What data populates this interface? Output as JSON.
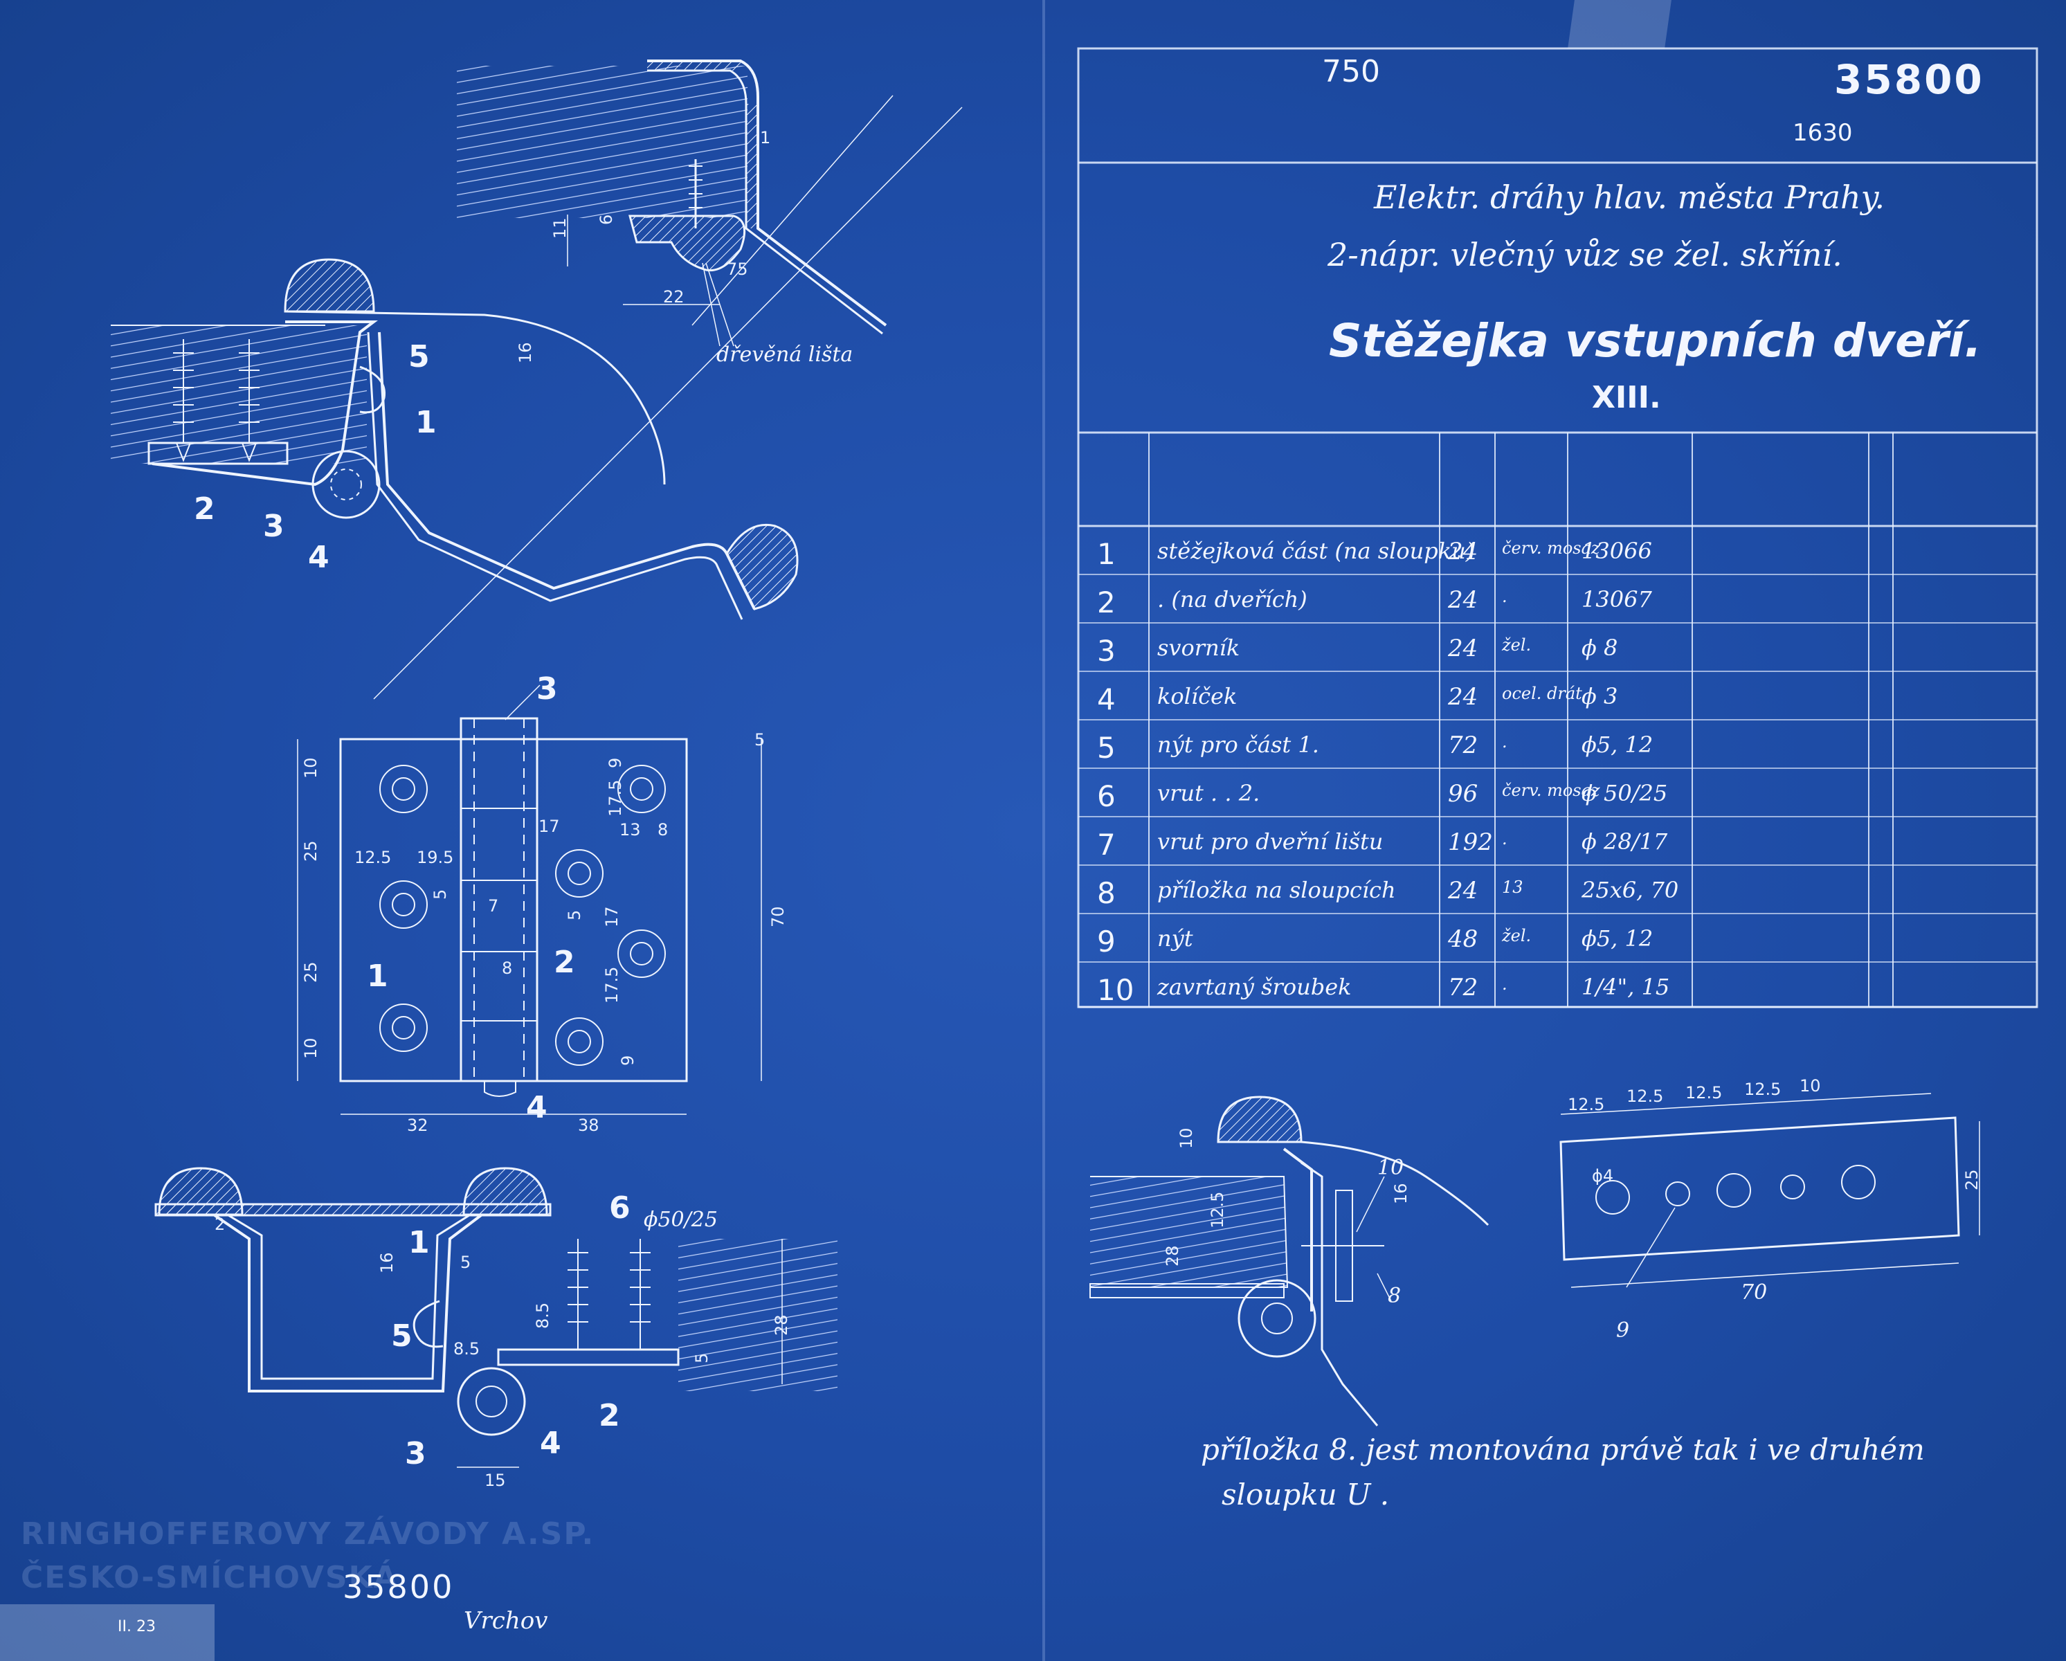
{
  "titleblock": {
    "sheet_number": "35800",
    "ref_top": "750",
    "ref_sub": "1630",
    "client_line": "Elektr. dráhy hlav. města Prahy.",
    "vehicle_line": "2-nápr. vlečný vůz se žel. skříní.",
    "title": "Stěžejka vstupních dveří.",
    "roman": "XIII."
  },
  "parts_table": {
    "rows": [
      {
        "no": "1",
        "name": "stěžejková část (na sloupku)",
        "qty": "24",
        "material": "červ. mosaz",
        "dim": "13066"
      },
      {
        "no": "2",
        "name": ". (na dveřích)",
        "qty": "24",
        "material": ".",
        "dim": "13067"
      },
      {
        "no": "3",
        "name": "svorník",
        "qty": "24",
        "material": "žel.",
        "dim": "ϕ 8"
      },
      {
        "no": "4",
        "name": "kolíček",
        "qty": "24",
        "material": "ocel. drát",
        "dim": "ϕ 3"
      },
      {
        "no": "5",
        "name": "nýt pro část 1.",
        "qty": "72",
        "material": ".",
        "dim": "ϕ5, 12"
      },
      {
        "no": "6",
        "name": "vrut . . 2.",
        "qty": "96",
        "material": "červ. mosaz",
        "dim": "ϕ 50/25"
      },
      {
        "no": "7",
        "name": "vrut pro dveřní lištu",
        "qty": "192",
        "material": ".",
        "dim": "ϕ 28/17"
      },
      {
        "no": "8",
        "name": "příložka na sloupcích",
        "qty": "24",
        "material": "13",
        "dim": "25x6, 70"
      },
      {
        "no": "9",
        "name": "nýt",
        "qty": "48",
        "material": "žel.",
        "dim": "ϕ5, 12"
      },
      {
        "no": "10",
        "name": "zavrtaný šroubek",
        "qty": "72",
        "material": ".",
        "dim": "1/4\", 15"
      }
    ]
  },
  "note": {
    "line1": "příložka 8. jest montována právě tak i ve druhém",
    "line2": "sloupku U ."
  },
  "stamp": {
    "company_line1": "RINGHOFFEROVY ZÁVODY A.SP.",
    "company_line2": "ČESKO-SMÍCHOVSKÁ",
    "number": "35800",
    "signature": "Vrchov",
    "date": "II. 23"
  },
  "drawing_labels": {
    "wood_strip": "dřevěná lišta",
    "top_dims": [
      "1",
      "11",
      "6",
      "22",
      "75",
      "16"
    ],
    "front_dims": [
      "3",
      "5",
      "10",
      "25",
      "25",
      "10",
      "9",
      "17.5",
      "13",
      "8",
      "17",
      "17.5",
      "9",
      "12.5",
      "19.5",
      "17",
      "5",
      "5",
      "7",
      "8",
      "70",
      "32",
      "38",
      "4",
      "1",
      "2"
    ],
    "bottom_dims": [
      "6",
      "ϕ50/25",
      "16",
      "1",
      "5",
      "5",
      "8.5",
      "8.5",
      "28",
      "5",
      "2",
      "3",
      "4",
      "15",
      "2"
    ],
    "detail_dims": [
      "10",
      "16",
      "12.5",
      "28",
      "8",
      "10",
      "12.5",
      "12.5",
      "12.5",
      "12.5",
      "10",
      "25",
      "70",
      "9",
      "ϕ4"
    ],
    "part_marks": [
      "1",
      "2",
      "3",
      "4",
      "5"
    ]
  }
}
